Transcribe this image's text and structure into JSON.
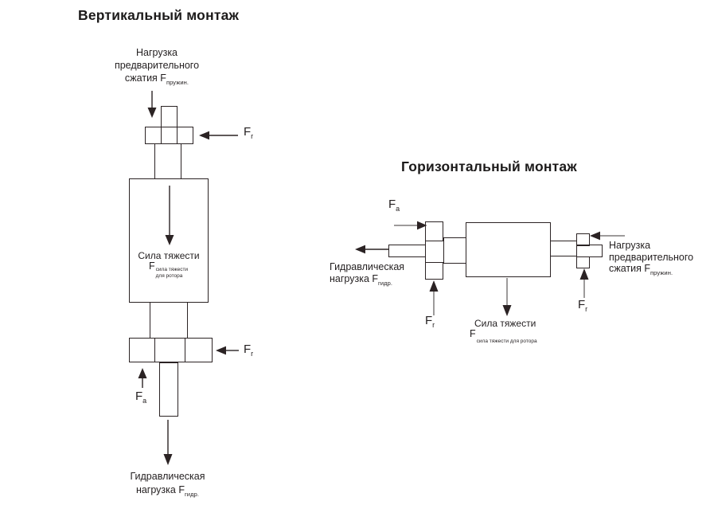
{
  "colors": {
    "line": "#2b2324",
    "gray_arrow": "#9d9b9b",
    "text": "#231f20"
  },
  "vertical": {
    "title": "Вертикальный монтаж",
    "preload": {
      "l1": "Нагрузка",
      "l2": "предварительного",
      "l3": "сжатия F",
      "sub": "пружин."
    },
    "fr_top": {
      "f": "F",
      "sub": "r"
    },
    "gravity": {
      "l1": "Сила тяжести",
      "f": "F",
      "sub1": "сила тяжести",
      "sub2": "для ротора"
    },
    "fr_bottom": {
      "f": "F",
      "sub": "r"
    },
    "fa": {
      "f": "F",
      "sub": "a"
    },
    "hydraulic": {
      "l1": "Гидравлическая",
      "l2": "нагрузка F",
      "sub": "гидр."
    }
  },
  "horizontal": {
    "title": "Горизонтальный монтаж",
    "fa": {
      "f": "F",
      "sub": "a"
    },
    "hydraulic": {
      "l1": "Гидравлическая",
      "l2": "нагрузка F",
      "sub": "гидр."
    },
    "fr_left": {
      "f": "F",
      "sub": "r"
    },
    "fr_right": {
      "f": "F",
      "sub": "r"
    },
    "gravity": {
      "l1": "Сила тяжести",
      "f": "F",
      "sub": "сила тяжести для ротора"
    },
    "preload": {
      "l1": "Нагрузка",
      "l2": "предварительного",
      "l3": "сжатия F",
      "sub": "пружин."
    }
  }
}
